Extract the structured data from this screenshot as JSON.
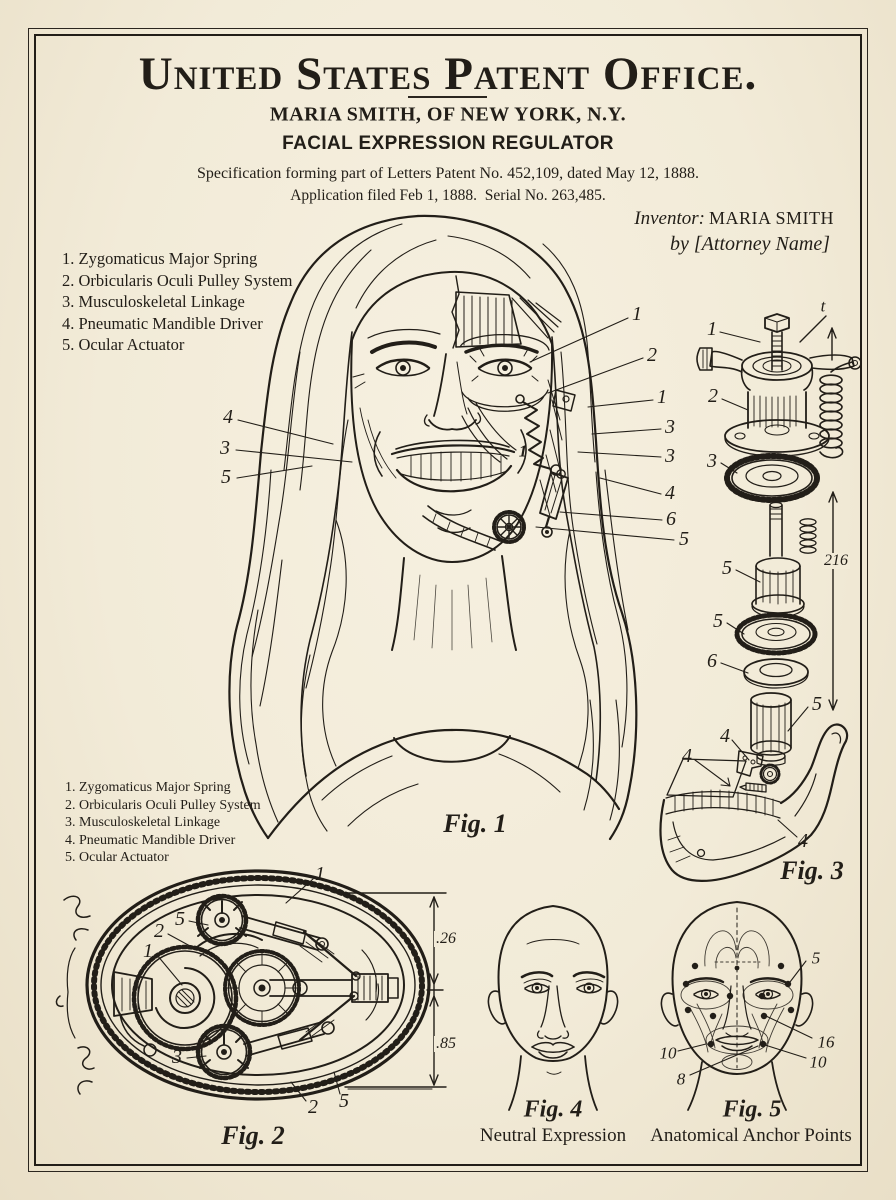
{
  "header": {
    "office_title": "United States Patent Office.",
    "grantee_line": "MARIA SMITH, OF NEW YORK, N.Y.",
    "patent_title": "FACIAL EXPRESSION REGULATOR",
    "spec_line": "Specification forming part of Letters Patent No. 452,109, dated May 12, 1888.",
    "application_line": "Application filed Feb 1, 1888.  Serial No. 263,485."
  },
  "signature": {
    "inventor_label": "Inventor:",
    "inventor_name": "MARIA SMITH",
    "attorney_line": "by [Attorney Name]"
  },
  "parts_list": {
    "items": [
      "1. Zygomaticus Major Spring",
      "2. Orbicularis Oculi Pulley System",
      "3. Musculoskeletal Linkage",
      "4. Pneumatic Mandible Driver",
      "5. Ocular Actuator"
    ]
  },
  "fig1": {
    "caption": "Fig. 1",
    "right_callouts": [
      "1",
      "2",
      "1",
      "3",
      "3",
      "4",
      "6",
      "5"
    ],
    "left_callouts": [
      "4",
      "3",
      "5"
    ],
    "inner_callout": "1"
  },
  "exploded": {
    "callouts": [
      "1",
      "2",
      "3",
      "5",
      "5",
      "6",
      "5"
    ],
    "dim_label": "216",
    "top_mark": "t"
  },
  "fig3": {
    "caption": "Fig. 3",
    "callouts": [
      "4",
      "4",
      "4"
    ]
  },
  "fig2": {
    "caption": "Fig. 2",
    "callouts": [
      "1",
      "5",
      "2",
      "1",
      "3",
      "2",
      "5"
    ],
    "dim_top": ".26",
    "dim_bottom": ".85"
  },
  "fig4": {
    "caption": "Fig. 4",
    "subcaption": "Neutral Expression"
  },
  "fig5": {
    "caption": "Fig. 5",
    "subcaption": "Anatomical Anchor Points",
    "callouts": [
      "5",
      "16",
      "10",
      "10",
      "8"
    ]
  }
}
